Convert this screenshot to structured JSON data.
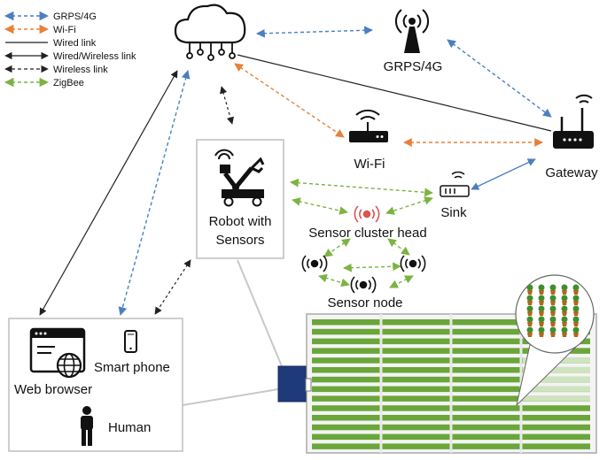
{
  "legend": [
    {
      "label": "GRPS/4G",
      "color": "#4a7fc1",
      "style": "dashed",
      "arrows": "both"
    },
    {
      "label": "Wi-Fi",
      "color": "#e8803a",
      "style": "dashed",
      "arrows": "both"
    },
    {
      "label": "Wired link",
      "color": "#222222",
      "style": "solid",
      "arrows": "none"
    },
    {
      "label": "Wired/Wireless link",
      "color": "#222222",
      "style": "solid",
      "arrows": "both"
    },
    {
      "label": "Wireless link",
      "color": "#222222",
      "style": "dashed",
      "arrows": "both"
    },
    {
      "label": "ZigBee",
      "color": "#7cb342",
      "style": "dashed",
      "arrows": "both"
    }
  ],
  "nodes": {
    "tower": "GRPS/4G",
    "wifi": "Wi-Fi",
    "gateway": "Gateway",
    "sink": "Sink",
    "robot_line1": "Robot with",
    "robot_line2": "Sensors",
    "cluster_head": "Sensor cluster head",
    "sensor_node": "Sensor node",
    "smartphone": "Smart phone",
    "browser": "Web browser",
    "human": "Human"
  },
  "icons": [
    "cloud-icon",
    "cell-tower-icon",
    "wifi-router-icon",
    "gateway-router-icon",
    "sink-icon",
    "robot-arm-icon",
    "sensor-icon",
    "smartphone-icon",
    "web-browser-icon",
    "globe-icon",
    "human-icon",
    "greenhouse-icon",
    "plant-pot-icon"
  ],
  "colors": {
    "gprs": "#4a7fc1",
    "wifi": "#e8803a",
    "zigbee": "#7cb342",
    "cluster_head": "#d9534f",
    "field": "#6aa63a",
    "controller": "#1f3a7a"
  }
}
